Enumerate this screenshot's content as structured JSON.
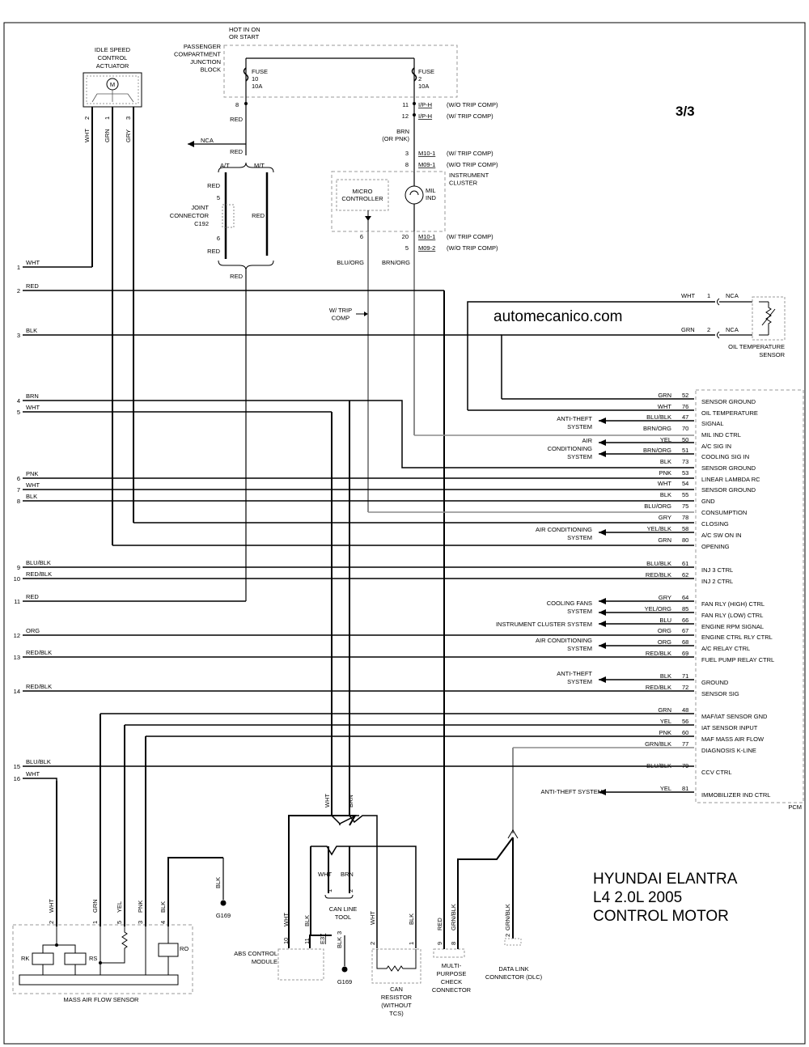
{
  "page": {
    "label": "3/3",
    "watermark": "automecanico.com"
  },
  "title": {
    "line1": "HYUNDAI ELANTRA",
    "line2": "L4 2.0L 2005",
    "line3": "CONTROL MOTOR"
  },
  "colors": {
    "wire": "#000000",
    "wire_gray": "#8c8c8c",
    "dashed_box": "#9a9a9a",
    "background": "#ffffff"
  },
  "left_wires": [
    {
      "num": "1",
      "color": "WHT"
    },
    {
      "num": "2",
      "color": "RED"
    },
    {
      "num": "3",
      "color": "BLK"
    },
    {
      "num": "4",
      "color": "BRN"
    },
    {
      "num": "5",
      "color": "WHT"
    },
    {
      "num": "6",
      "color": "PNK"
    },
    {
      "num": "7",
      "color": "WHT"
    },
    {
      "num": "8",
      "color": "BLK"
    },
    {
      "num": "9",
      "color": "BLU/BLK"
    },
    {
      "num": "10",
      "color": "RED/BLK"
    },
    {
      "num": "11",
      "color": "RED"
    },
    {
      "num": "12",
      "color": "ORG"
    },
    {
      "num": "13",
      "color": "RED/BLK"
    },
    {
      "num": "14",
      "color": "RED/BLK"
    },
    {
      "num": "15",
      "color": "BLU/BLK"
    },
    {
      "num": "16",
      "color": "WHT"
    }
  ],
  "pcm": {
    "label": "PCM",
    "pins": [
      {
        "color": "GRN",
        "pin": "52",
        "signal": "SENSOR GROUND"
      },
      {
        "color": "WHT",
        "pin": "76",
        "signal": "OIL TEMPERATURE"
      },
      {
        "color": "BLU/BLK",
        "pin": "47",
        "signal": "SIGNAL"
      },
      {
        "color": "BRN/ORG",
        "pin": "70",
        "signal": "MIL IND CTRL"
      },
      {
        "color": "YEL",
        "pin": "50",
        "signal": "A/C SIG IN"
      },
      {
        "color": "BRN/ORG",
        "pin": "51",
        "signal": "COOLING SIG IN"
      },
      {
        "color": "BLK",
        "pin": "73",
        "signal": "SENSOR GROUND"
      },
      {
        "color": "PNK",
        "pin": "53",
        "signal": "LINEAR LAMBDA RC"
      },
      {
        "color": "WHT",
        "pin": "54",
        "signal": "SENSOR GROUND"
      },
      {
        "color": "BLK",
        "pin": "55",
        "signal": "GND"
      },
      {
        "color": "BLU/ORG",
        "pin": "75",
        "signal": "CONSUMPTION"
      },
      {
        "color": "GRY",
        "pin": "78",
        "signal": "CLOSING"
      },
      {
        "color": "YEL/BLK",
        "pin": "58",
        "signal": "A/C SW ON IN"
      },
      {
        "color": "GRN",
        "pin": "80",
        "signal": "OPENING"
      },
      {
        "color": "BLU/BLK",
        "pin": "61",
        "signal": "INJ 3 CTRL"
      },
      {
        "color": "RED/BLK",
        "pin": "62",
        "signal": "INJ 2 CTRL"
      },
      {
        "color": "GRY",
        "pin": "64",
        "signal": "FAN RLY (HIGH) CTRL"
      },
      {
        "color": "YEL/ORG",
        "pin": "85",
        "signal": "FAN RLY (LOW) CTRL"
      },
      {
        "color": "BLU",
        "pin": "66",
        "signal": "ENGINE RPM SIGNAL"
      },
      {
        "color": "ORG",
        "pin": "67",
        "signal": "ENGINE CTRL RLY CTRL"
      },
      {
        "color": "ORG",
        "pin": "68",
        "signal": "A/C RELAY CTRL"
      },
      {
        "color": "RED/BLK",
        "pin": "69",
        "signal": "FUEL PUMP RELAY CTRL"
      },
      {
        "color": "BLK",
        "pin": "71",
        "signal": "GROUND"
      },
      {
        "color": "RED/BLK",
        "pin": "72",
        "signal": "SENSOR SIG"
      },
      {
        "color": "GRN",
        "pin": "48",
        "signal": "MAF/IAT SENSOR GND"
      },
      {
        "color": "YEL",
        "pin": "56",
        "signal": "IAT SENSOR INPUT"
      },
      {
        "color": "PNK",
        "pin": "60",
        "signal": "MAF MASS AIR FLOW"
      },
      {
        "color": "GRN/BLK",
        "pin": "77",
        "signal": "DIAGNOSIS K-LINE"
      },
      {
        "color": "BLU/BLK",
        "pin": "79",
        "signal": "CCV CTRL"
      },
      {
        "color": "YEL",
        "pin": "81",
        "signal": "IMMOBILIZER IND CTRL"
      }
    ]
  },
  "systems": {
    "anti_theft_1": "ANTI-THEFT\nSYSTEM",
    "air_conditioning_1": "AIR\nCONDITIONING\nSYSTEM",
    "air_conditioning_2": "AIR CONDITIONING\nSYSTEM",
    "cooling_fans": "COOLING FANS\nSYSTEM",
    "instrument_cluster": "INSTRUMENT CLUSTER SYSTEM",
    "air_conditioning_3": "AIR CONDITIONING\nSYSTEM",
    "anti_theft_2": "ANTI-THEFT\nSYSTEM",
    "anti_theft_3": "ANTI-THEFT SYSTEM"
  },
  "top": {
    "hot_label": "HOT IN ON\nOR START",
    "junction_block": "PASSENGER\nCOMPARTMENT\nJUNCTION\nBLOCK",
    "fuse10": "FUSE\n10\n10A",
    "fuse2": "FUSE\n2\n10A",
    "pin8": "8",
    "pin11": "11",
    "pin12": "12",
    "ipH": "I/P-H",
    "wo_trip": "(W/O TRIP COMP)",
    "w_trip": "(W/ TRIP COMP)",
    "red": "RED",
    "nca": "NCA",
    "at": "A/T",
    "mt": "M/T",
    "brn_or_pnk": "BRN\n(OR PNK)",
    "pin3": "3",
    "pin8b": "8",
    "m10": "M10-1",
    "m09": "M09-1",
    "instrument_cluster": "INSTRUMENT\nCLUSTER",
    "micro_controller": "MICRO\nCONTROLLER",
    "mil_ind": "MIL\nIND",
    "pin6": "6",
    "pin20": "20",
    "pin5": "5",
    "m09_2": "M09-2",
    "blu_org": "BLU/ORG",
    "brn_org": "BRN/ORG",
    "w_trip_comp": "W/ TRIP\nCOMP",
    "joint_connector": "JOINT\nCONNECTOR\nC192",
    "jc_pin5": "5",
    "jc_pin6": "6"
  },
  "iac": {
    "label": "IDLE SPEED\nCONTROL\nACTUATOR",
    "motor": "M",
    "wires": [
      {
        "pin": "2",
        "color": "WHT"
      },
      {
        "pin": "1",
        "color": "GRN"
      },
      {
        "pin": "3",
        "color": "GRY"
      }
    ]
  },
  "oil_sensor": {
    "label": "OIL TEMPERATURE\nSENSOR",
    "wire1": "WHT",
    "pin1": "1",
    "wire2": "GRN",
    "pin2": "2",
    "nca": "NCA"
  },
  "maf": {
    "label": "MASS AIR FLOW SENSOR",
    "rk": "RK",
    "rs": "RS",
    "ro": "RO",
    "pins": [
      {
        "pin": "2",
        "color": "WHT"
      },
      {
        "pin": "1",
        "color": "GRN"
      },
      {
        "pin": "5",
        "color": "YEL"
      },
      {
        "pin": "3",
        "color": "PNK"
      },
      {
        "pin": "4",
        "color": "BLK"
      }
    ]
  },
  "g169a": {
    "label": "G169",
    "wire": "BLK"
  },
  "g169b": {
    "label": "G169",
    "wire": "BLK",
    "pin": "3"
  },
  "abs": {
    "label": "ABS CONTROL\nMODULE",
    "pin10": "10",
    "pin11": "11",
    "wht": "WHT",
    "blk": "BLK",
    "e37": "E37"
  },
  "can_tool": {
    "label": "CAN LINE\nTOOL",
    "wht": "WHT",
    "brn": "BRN",
    "pin1": "1",
    "pin2": "2"
  },
  "can_resistor": {
    "label": "CAN\nRESISTOR\n(WITHOUT\nTCS)",
    "pin2": "2",
    "pin1": "1",
    "wht": "WHT",
    "blk": "BLK"
  },
  "mpcc": {
    "label": "MULTI-\nPURPOSE\nCHECK\nCONNECTOR",
    "pin9": "9",
    "pin8": "8",
    "red": "RED",
    "grn_blk": "GRN/BLK"
  },
  "dlc": {
    "label": "DATA LINK\nCONNECTOR (DLC)",
    "pin": "2",
    "grn_blk": "GRN/BLK"
  },
  "mid_wires": {
    "wht": "WHT",
    "brn": "BRN"
  }
}
